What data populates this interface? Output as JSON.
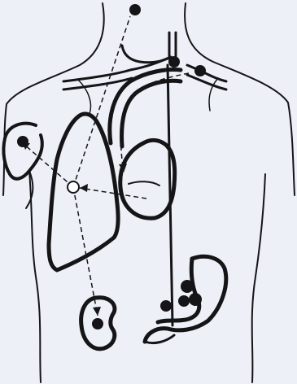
{
  "figure": {
    "colors": {
      "background": "#eef0f8",
      "ink": "#151517",
      "primary_site_fill": "#ffffff"
    },
    "primary_site": "open-circle-right-lung",
    "metastatic_sites": [
      "neck-node",
      "upper-arm",
      "mediastinal-node",
      "supraclavicular-node",
      "kidney",
      "stomach",
      "stomach",
      "stomach",
      "gastric-node"
    ],
    "pathways": [
      "to-neck",
      "to-arm",
      "to-kidney",
      "from-heart",
      "aortic-loop"
    ]
  }
}
